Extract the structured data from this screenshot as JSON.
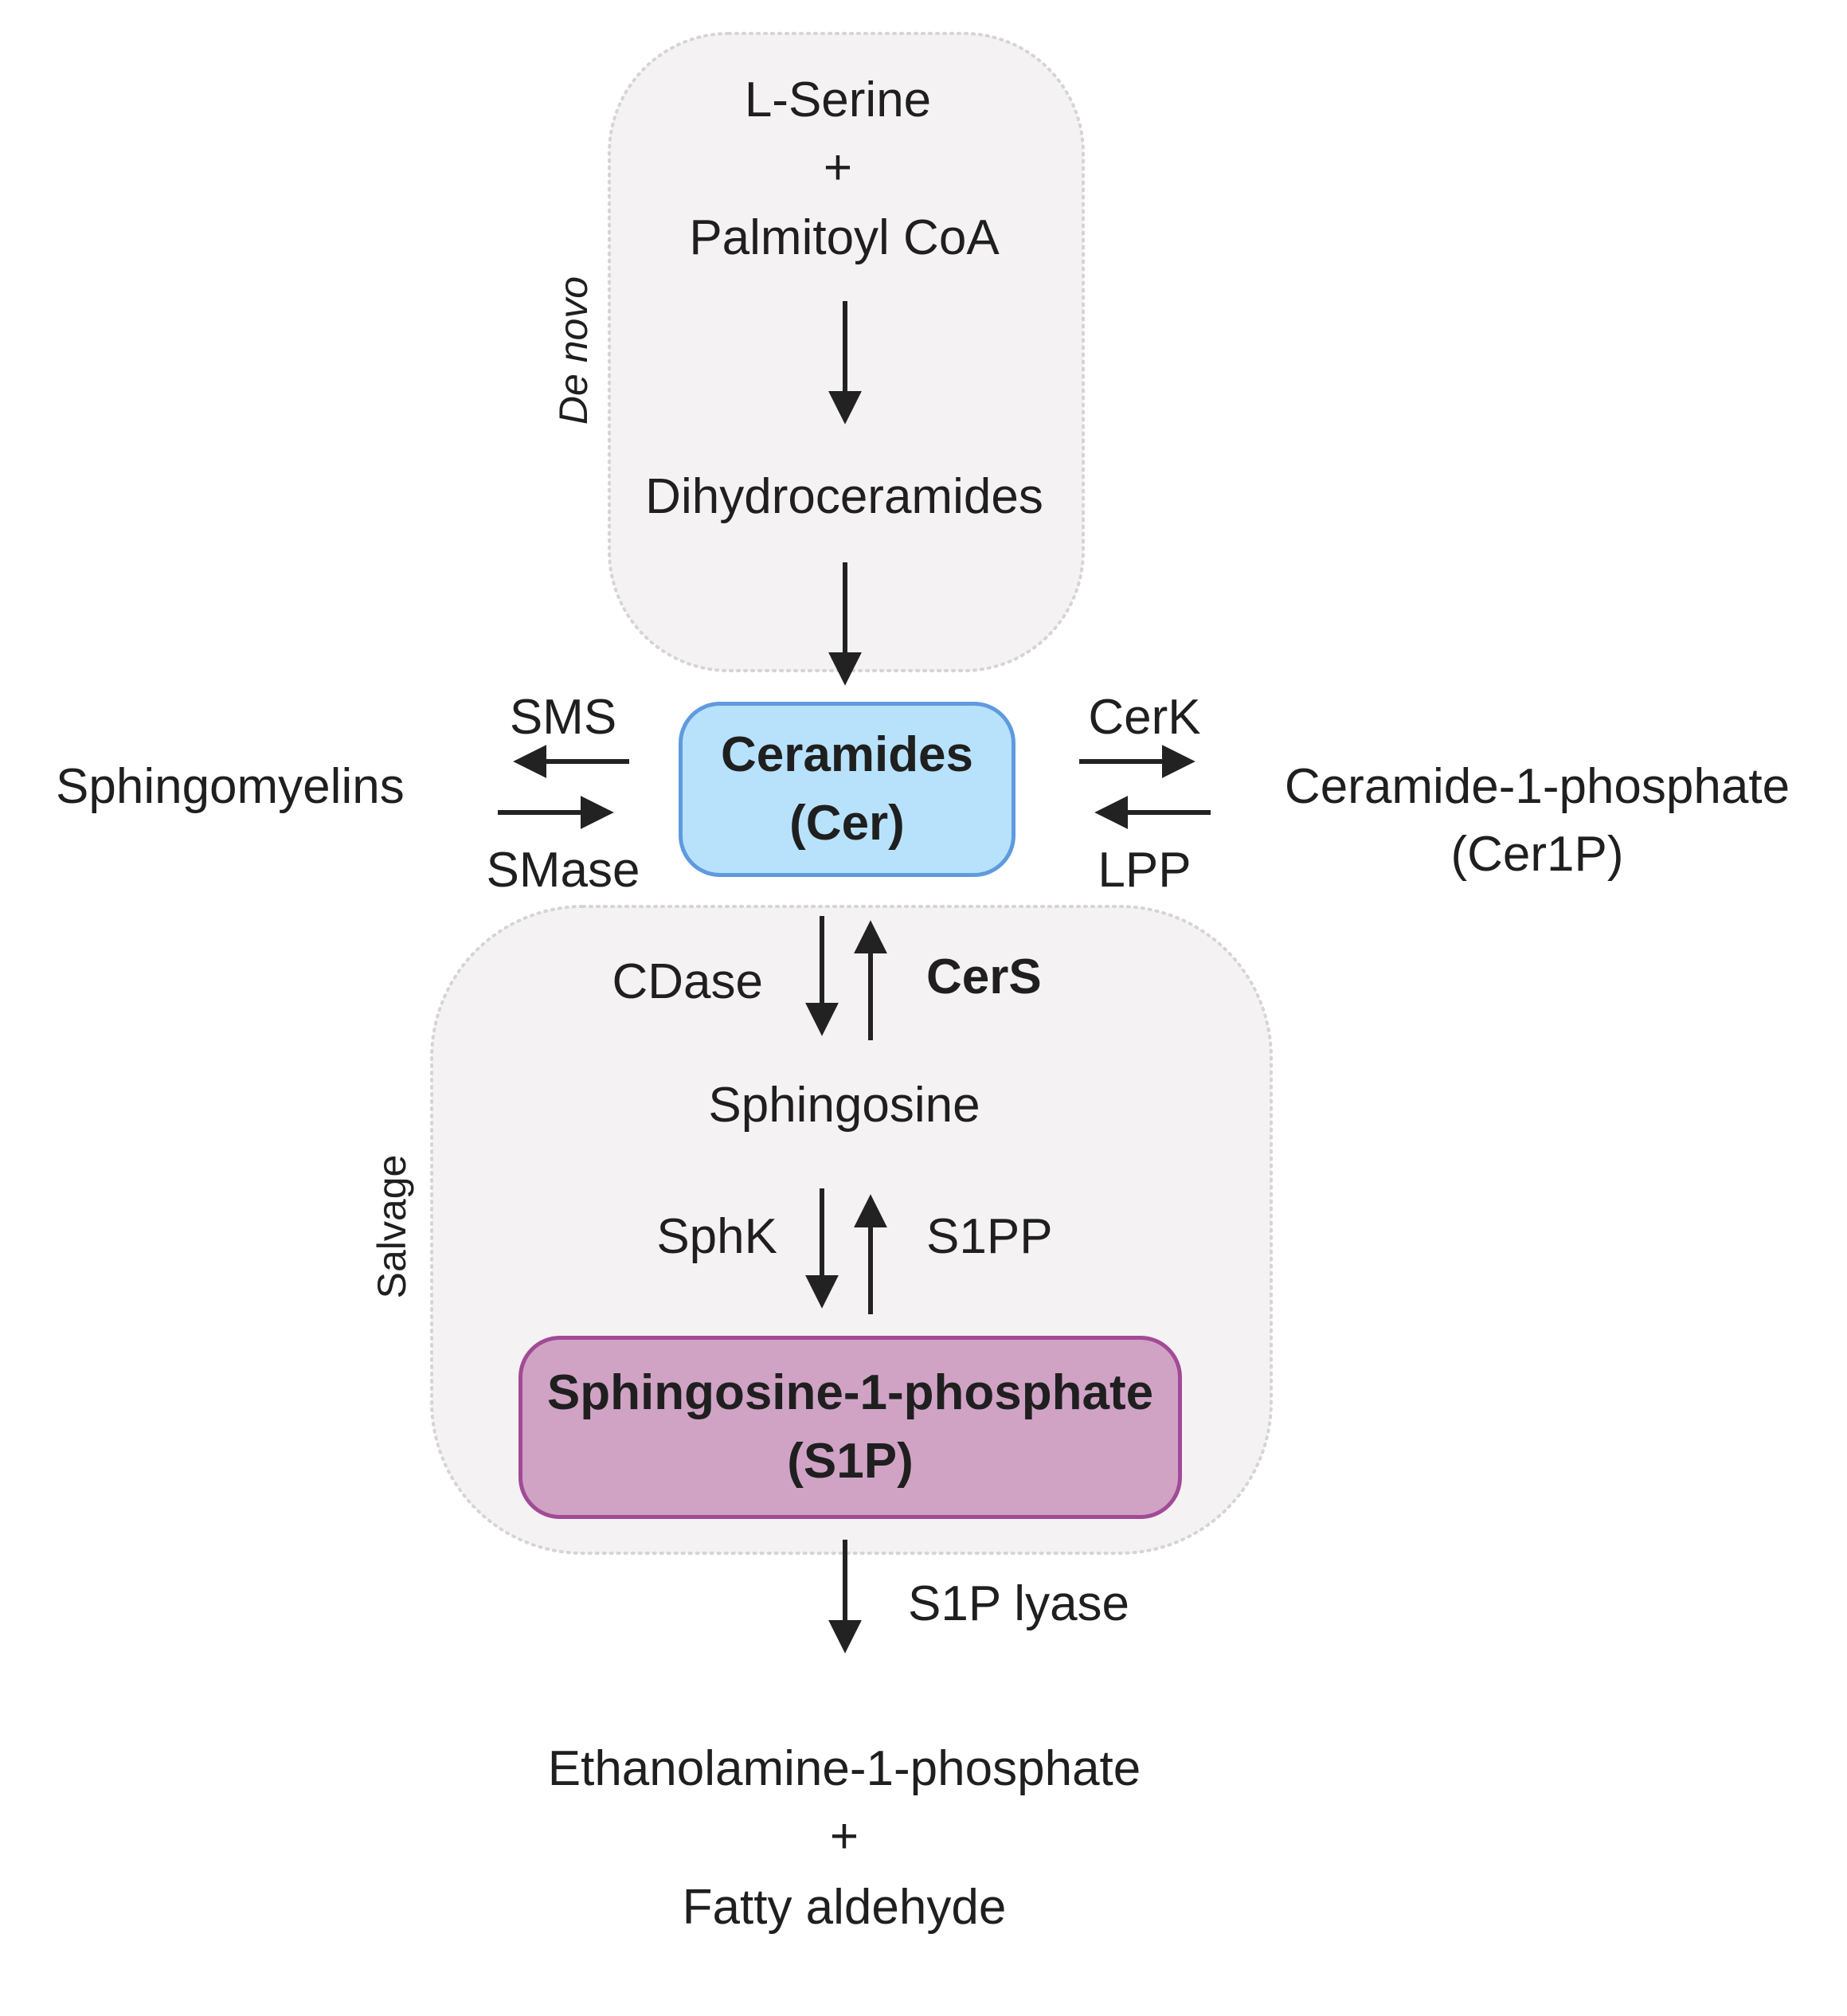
{
  "colors": {
    "region_fill": "#f4f2f3",
    "region_border": "#d6d4d5",
    "arrow": "#222222",
    "ceramides_fill": "#b8e2fb",
    "ceramides_border": "#5f9ae0",
    "s1p_fill": "#d0a3c5",
    "s1p_border": "#a24a95"
  },
  "regions": {
    "de_novo": "De novo",
    "salvage": "Salvage"
  },
  "nodes": {
    "l_serine": "L-Serine",
    "plus_top": "+",
    "palmitoyl_coa": "Palmitoyl CoA",
    "dihydroceramides": "Dihydroceramides",
    "ceramides_line1": "Ceramides",
    "ceramides_line2": "(Cer)",
    "sphingomyelins": "Sphingomyelins",
    "cer1p_line1": "Ceramide-1-phosphate",
    "cer1p_line2": "(Cer1P)",
    "sphingosine": "Sphingosine",
    "s1p_line1": "Sphingosine-1-phosphate",
    "s1p_line2": "(S1P)",
    "ethanolamine": "Ethanolamine-1-phosphate",
    "plus_bottom": "+",
    "fatty_aldehyde": "Fatty aldehyde"
  },
  "enzymes": {
    "sms": "SMS",
    "smase": "SMase",
    "cerk": "CerK",
    "lpp": "LPP",
    "cdase": "CDase",
    "cers": "CerS",
    "sphk": "SphK",
    "s1pp": "S1PP",
    "s1p_lyase": "S1P lyase"
  }
}
